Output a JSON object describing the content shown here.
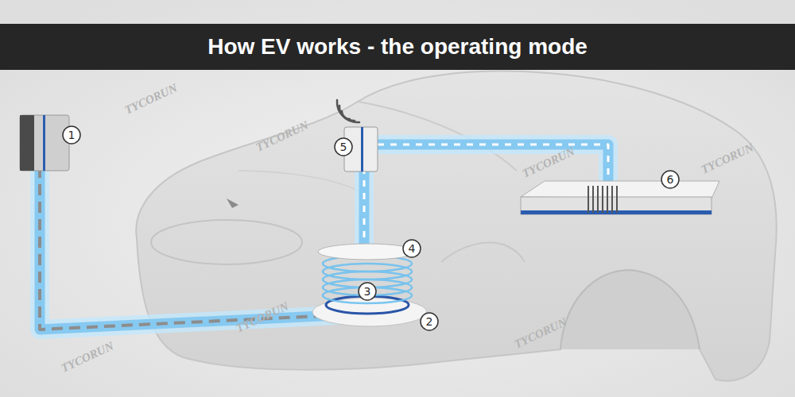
{
  "diagram": {
    "title": "How EV works - the operating mode",
    "labels": [
      "1",
      "5",
      "4",
      "3",
      "2",
      "6",
      "TYCORUN",
      "TYCORUN",
      "TYCORUN",
      "TYCORUN",
      "TYCORUN",
      "TYCORUN",
      "TYCORUN"
    ]
  }
}
